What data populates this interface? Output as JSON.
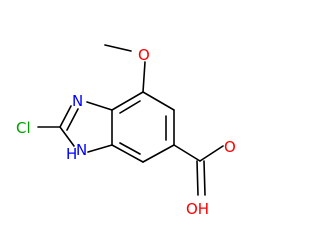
{
  "molecule": {
    "atom_labels": {
      "methoxy_o": "O",
      "imine_n": "N",
      "chloro": "Cl",
      "nh_n": "N",
      "nh_h": "H",
      "carbonyl_o": "O",
      "hydroxyl": "OH"
    },
    "colors": {
      "bond": "#000000",
      "oxygen": "#ff0000",
      "nitrogen": "#0000ff",
      "chlorine": "#00a000"
    }
  }
}
